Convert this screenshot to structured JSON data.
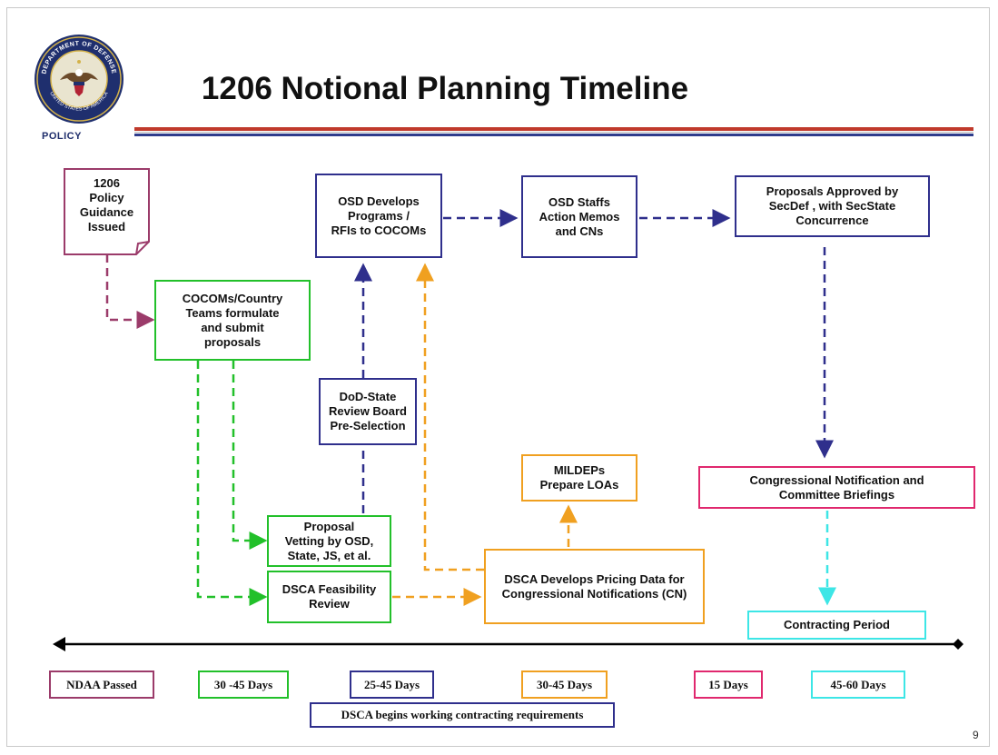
{
  "header": {
    "seal_text": "DEPARTMENT OF DEFENSE · UNITED STATES OF AMERICA",
    "seal_policy": "POLICY",
    "title": "1206 Notional Planning Timeline"
  },
  "boxes": {
    "policy_guidance": "1206\nPolicy\nGuidance\nIssued",
    "cocoms": "COCOMs/Country\nTeams formulate\nand submit\nproposals",
    "osd_develops": "OSD Develops\nPrograms /\nRFIs to COCOMs",
    "osd_staffs": "OSD Staffs\nAction Memos\nand CNs",
    "proposals_approved": "Proposals Approved by\nSecDef , with SecState\nConcurrence",
    "review_board": "DoD-State\nReview Board\nPre-Selection",
    "mildeps": "MILDEPs\nPrepare LOAs",
    "congressional": "Congressional Notification and\nCommittee Briefings",
    "proposal_vetting": "Proposal\nVetting by OSD,\nState, JS, et al.",
    "dsca_feasibility": "DSCA Feasibility\nReview",
    "dsca_pricing": "DSCA Develops Pricing Data for\nCongressional Notifications (CN)",
    "contracting": "Contracting Period"
  },
  "timeline_labels": {
    "ndaa": "NDAA Passed",
    "green": "30 -45 Days",
    "navy": "25-45 Days",
    "orange": "30-45 Days",
    "pink": "15 Days",
    "cyan": "45-60 Days",
    "dsca_contracting": "DSCA begins working contracting requirements"
  },
  "page_number": "9",
  "colors": {
    "maroon": "#9b3b6a",
    "green": "#22c02a",
    "navy": "#2f2f8c",
    "orange": "#f0a020",
    "pink": "#e0286e",
    "cyan": "#3de6e6",
    "rule_red": "#c0392b",
    "rule_blue": "#2e3c8c"
  }
}
